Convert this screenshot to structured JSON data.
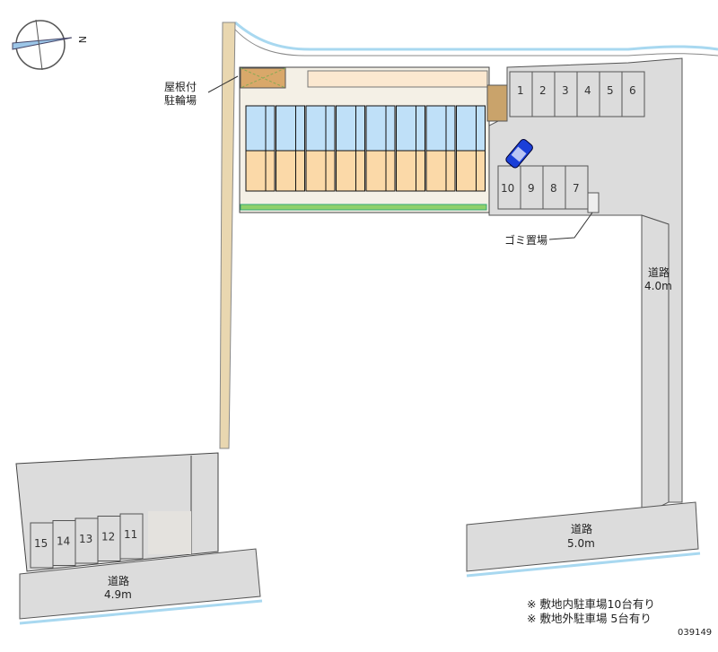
{
  "compass": {
    "north_label": "N"
  },
  "labels": {
    "bicycle_parking_line1": "屋根付",
    "bicycle_parking_line2": "駐輪場",
    "garbage": "ゴミ置場",
    "road_east_name": "道路",
    "road_east_width": "4.0m",
    "road_south_east_name": "道路",
    "road_south_east_width": "5.0m",
    "road_south_west_name": "道路",
    "road_south_west_width": "4.9m"
  },
  "parking_onsite": [
    "1",
    "2",
    "3",
    "4",
    "5",
    "6",
    "10",
    "9",
    "8",
    "7"
  ],
  "parking_offsite": [
    "15",
    "14",
    "13",
    "12",
    "11"
  ],
  "notes": {
    "line1": "※ 敷地内駐車場10台有り",
    "line2": "※ 敷地外駐車場 5台有り",
    "code": "039149"
  },
  "colors": {
    "road": "#dcdcdc",
    "unit_living": "#fbd9a8",
    "unit_wet": "#bfe0f8",
    "car": "#1a3fd8",
    "water": "#a8d8f0"
  }
}
